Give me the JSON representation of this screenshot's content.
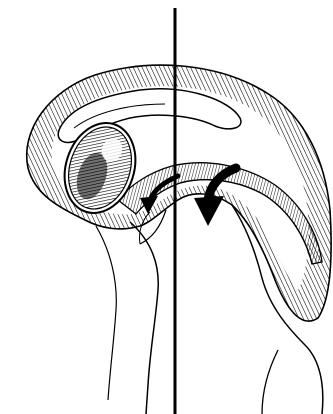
{
  "figure": {
    "background": "#ffffff",
    "ink_color": "#000000",
    "fill_color": "#ffffff",
    "arrow_count": 2,
    "shading": "hatched",
    "parts": [
      "outer-cap",
      "inner-groove",
      "stalk",
      "ring-opening",
      "curved-passage",
      "vertical-axis-line",
      "small-arrow",
      "large-arrow"
    ]
  }
}
